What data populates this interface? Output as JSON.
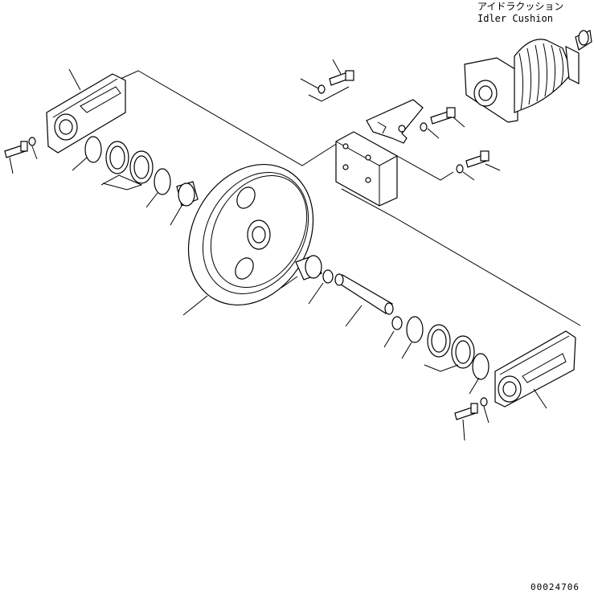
{
  "title": {
    "japanese": "アイドラクッション",
    "english": "Idler Cushion"
  },
  "figure_number": "00024706"
}
